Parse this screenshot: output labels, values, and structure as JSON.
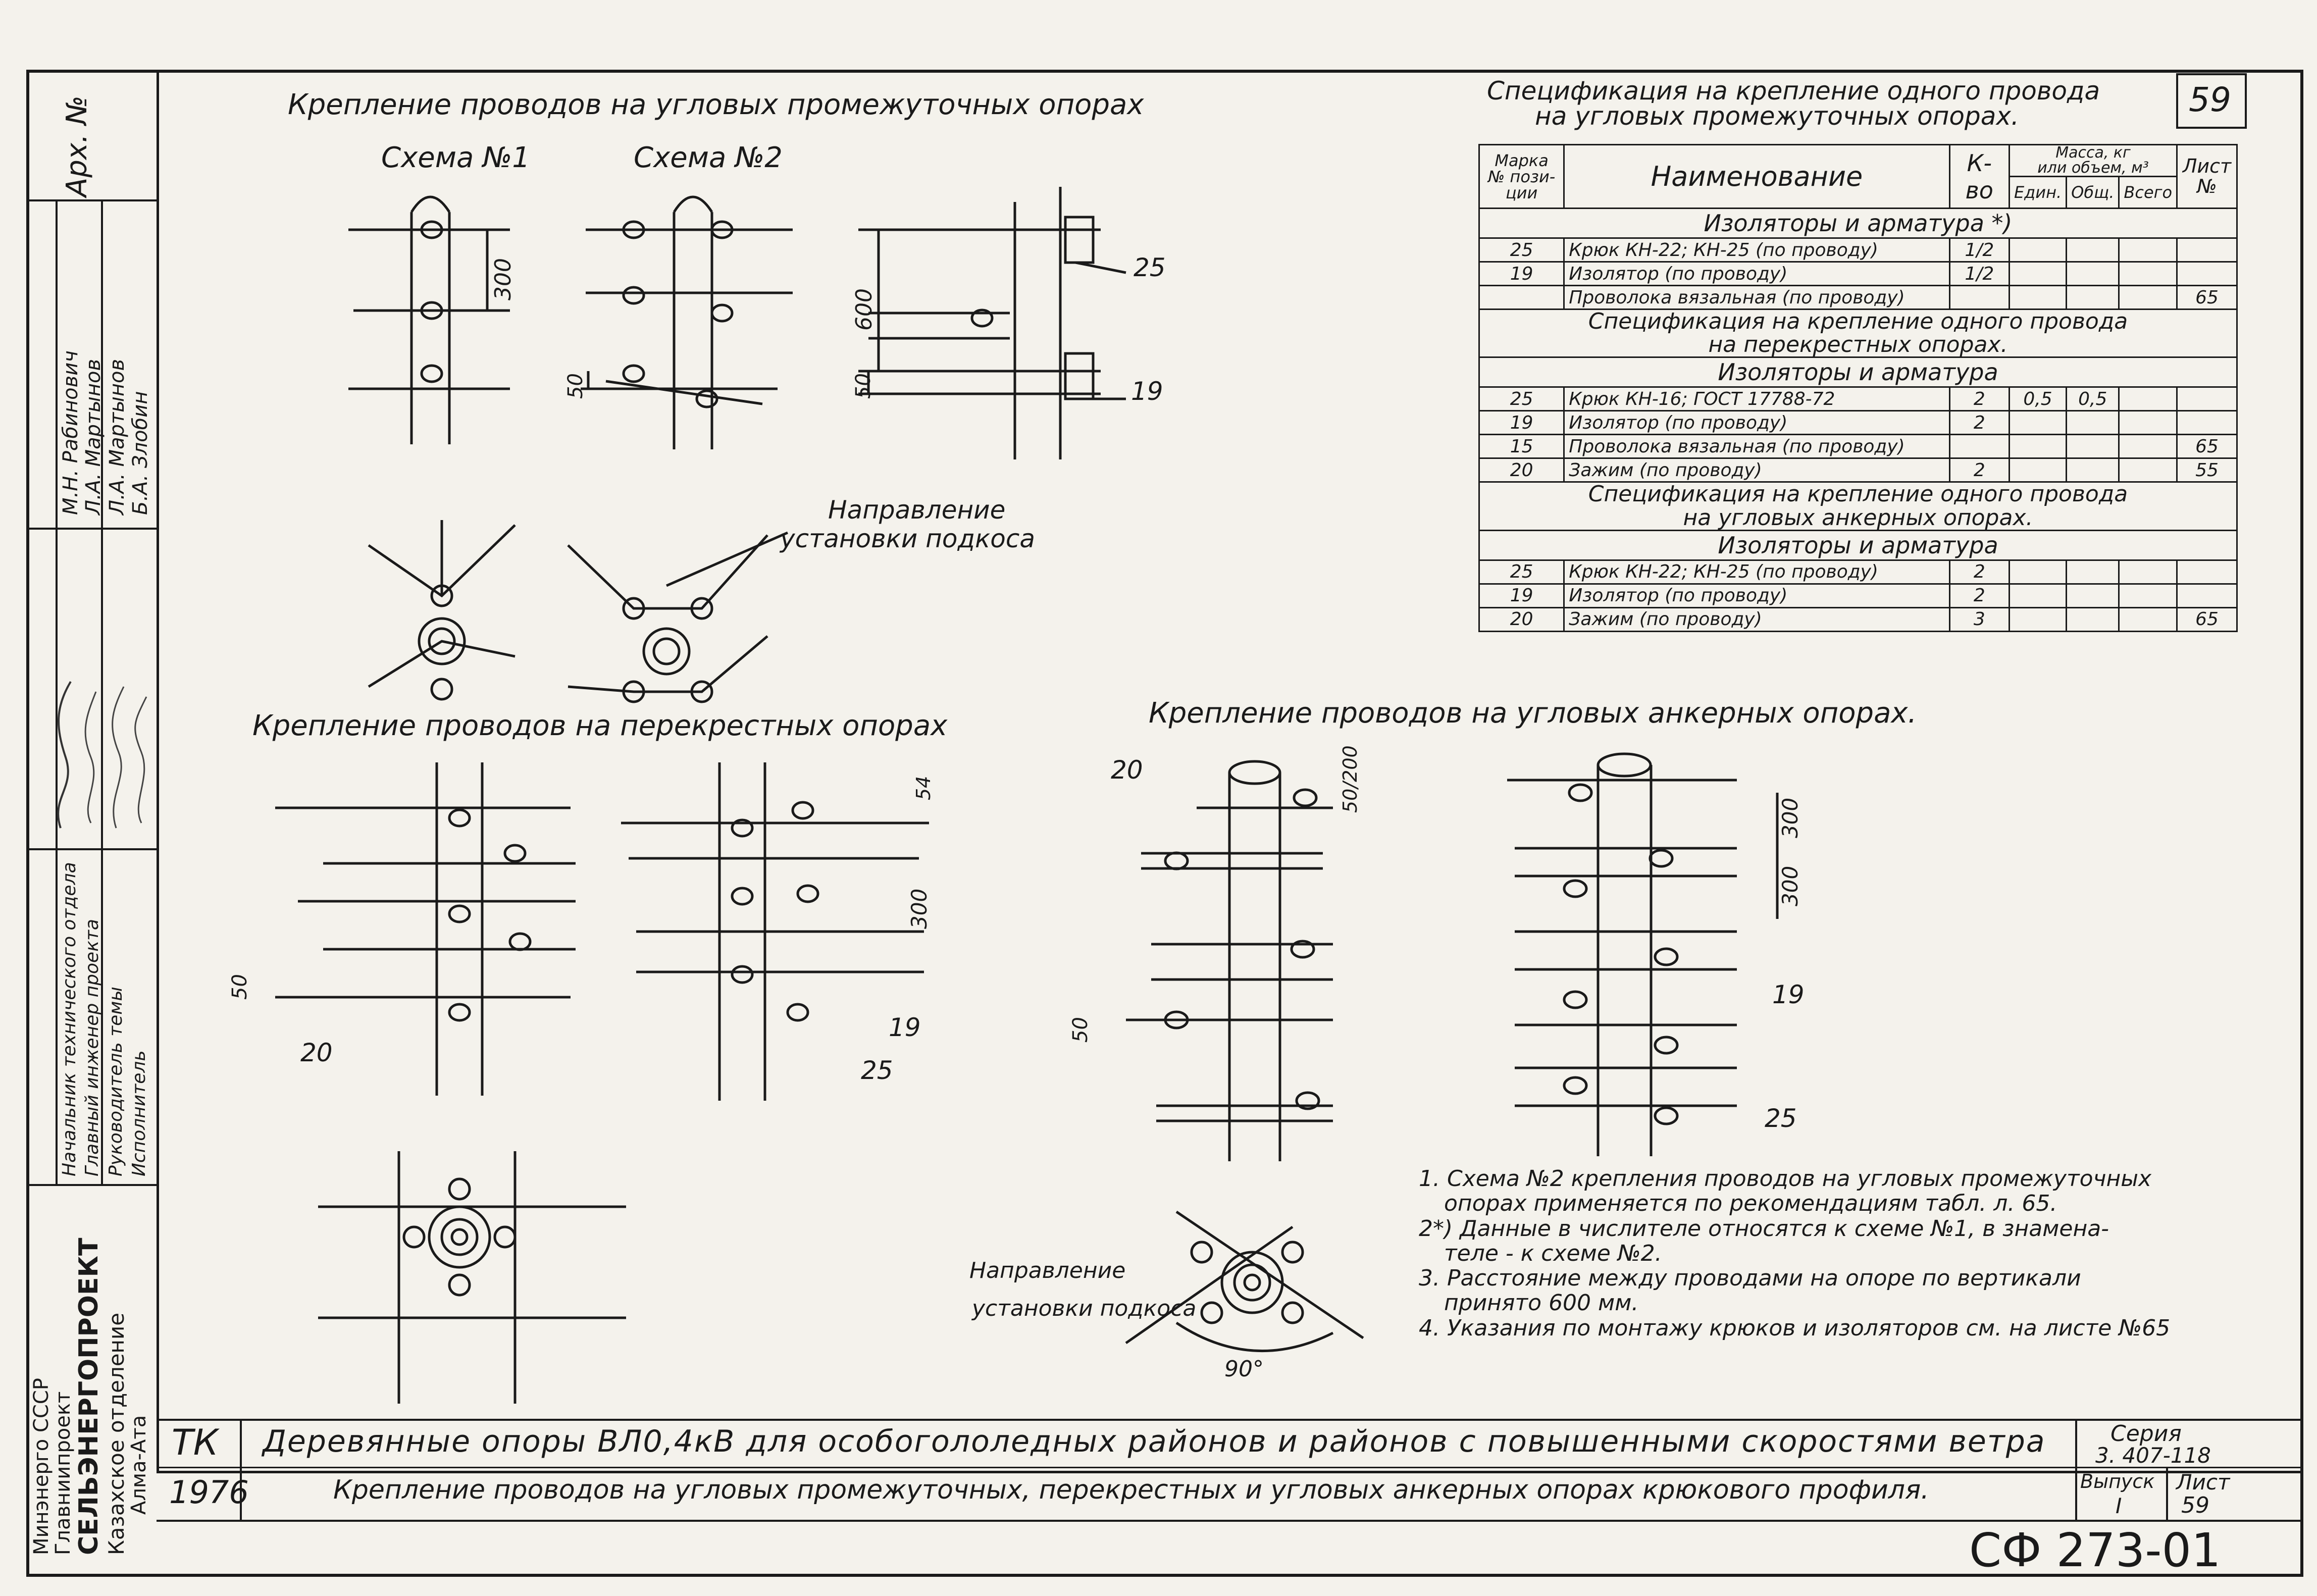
{
  "sheet": {
    "page_number": "59",
    "drawing_code": "СФ 273-01",
    "archive_label": "Арх. №"
  },
  "titles": {
    "intermediate_title": "Крепление проводов на угловых промежуточных опорах",
    "scheme1": "Схема №1",
    "scheme2": "Схема №2",
    "brace_direction": [
      "Направление",
      "установки подкоса"
    ],
    "cross_title": "Крепление проводов на перекрестных опорах",
    "anchor_title": "Крепление проводов на угловых анкерных опорах."
  },
  "dimensions": {
    "d300": "300",
    "d600": "600",
    "d50": "50",
    "d54": "54",
    "d50_200": "50/200",
    "angle90": "90°"
  },
  "callouts": {
    "c25": "25",
    "c19": "19",
    "c20": "20"
  },
  "spec": {
    "title1": [
      "Спецификация на крепление одного провода",
      "на угловых промежуточных опорах."
    ],
    "headers": {
      "mark": [
        "Марка",
        "№ пози-",
        "ции"
      ],
      "name": "Наименование",
      "qty": "К-во",
      "mass": [
        "Масса, кг",
        "или объем, м³"
      ],
      "unit": "Един.",
      "total": "Общ.",
      "all": "Всего",
      "sheet": [
        "Лист",
        "№"
      ]
    },
    "section1": "Изоляторы и арматура *)",
    "rows1": [
      {
        "pos": "25",
        "name": "Крюк КН-22; КН-25 (по проводу)",
        "qty": "1/2",
        "unit": "",
        "total": "",
        "all": "",
        "sheet": ""
      },
      {
        "pos": "19",
        "name": "Изолятор (по проводу)",
        "qty": "1/2",
        "unit": "",
        "total": "",
        "all": "",
        "sheet": ""
      },
      {
        "pos": "",
        "name": "Проволока вязальная (по проводу)",
        "qty": "",
        "unit": "",
        "total": "",
        "all": "",
        "sheet": "65"
      }
    ],
    "title2": [
      "Спецификация на крепление одного провода",
      "на перекрестных опорах."
    ],
    "section2": "Изоляторы и арматура",
    "rows2": [
      {
        "pos": "25",
        "name": "Крюк КН-16; ГОСТ 17788-72",
        "qty": "2",
        "unit": "0,5",
        "total": "0,5",
        "all": "",
        "sheet": ""
      },
      {
        "pos": "19",
        "name": "Изолятор (по проводу)",
        "qty": "2",
        "unit": "",
        "total": "",
        "all": "",
        "sheet": ""
      },
      {
        "pos": "15",
        "name": "Проволока вязальная (по проводу)",
        "qty": "",
        "unit": "",
        "total": "",
        "all": "",
        "sheet": "65"
      },
      {
        "pos": "20",
        "name": "Зажим (по проводу)",
        "qty": "2",
        "unit": "",
        "total": "",
        "all": "",
        "sheet": "55"
      }
    ],
    "title3": [
      "Спецификация на крепление одного провода",
      "на угловых анкерных опорах."
    ],
    "section3": "Изоляторы и арматура",
    "rows3": [
      {
        "pos": "25",
        "name": "Крюк КН-22; КН-25 (по проводу)",
        "qty": "2",
        "unit": "",
        "total": "",
        "all": "",
        "sheet": ""
      },
      {
        "pos": "19",
        "name": "Изолятор (по проводу)",
        "qty": "2",
        "unit": "",
        "total": "",
        "all": "",
        "sheet": ""
      },
      {
        "pos": "20",
        "name": "Зажим (по проводу)",
        "qty": "3",
        "unit": "",
        "total": "",
        "all": "",
        "sheet": "65"
      }
    ]
  },
  "notes": [
    "1. Схема №2 крепления проводов на угловых промежуточных",
    "опорах применяется по рекомендациям табл. л. 65.",
    "2*) Данные в числителе относятся к схеме №1, в знамена-",
    "теле - к схеме №2.",
    "3. Расстояние между проводами на опоре по вертикали",
    "принято 600 мм.",
    "4. Указания по монтажу крюков и изоляторов см. на листе №65"
  ],
  "stamp": {
    "code": "ТК",
    "year": "1976",
    "title_main": "Деревянные опоры ВЛ0,4кВ для особогололедных районов и районов с повышенными скоростями ветра",
    "title_sub": "Крепление проводов на угловых промежуточных, перекрестных и угловых анкерных опорах крюкового профиля.",
    "series_label": "Серия",
    "series_value": "3. 407-118",
    "issue_label": "Выпуск",
    "issue_value": "I",
    "sheet_label": "Лист",
    "sheet_value": "59"
  },
  "org": {
    "line1": "Минэнерго СССР",
    "line2": "Главниипроект",
    "line3": "СЕЛЬЭНЕРГОПРОЕКТ",
    "line4": "Казахское отделение",
    "line5": "Алма-Ата"
  },
  "roles": [
    "Начальник технического отдела",
    "Главный инженер проекта",
    "Руководитель темы",
    "Исполнитель"
  ],
  "people": [
    "М.Н. Рабинович",
    "Л.А. Мартынов",
    "Л.А. Мартынов",
    "Б.А. Злобин"
  ]
}
